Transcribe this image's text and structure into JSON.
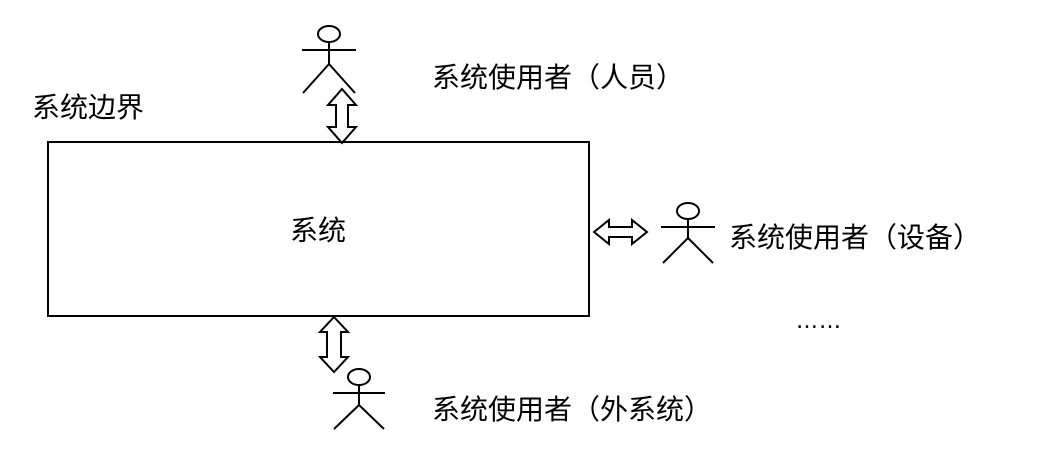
{
  "diagram": {
    "boundary_label": "系统边界",
    "system_label": "系统",
    "actors": [
      {
        "id": "person",
        "label": "系统使用者（人员）",
        "icon": "stick-figure-icon"
      },
      {
        "id": "device",
        "label": "系统使用者（设备）",
        "icon": "stick-figure-icon"
      },
      {
        "id": "external",
        "label": "系统使用者（外系统）",
        "icon": "stick-figure-icon"
      }
    ],
    "more_label": "……",
    "colors": {
      "stroke": "#000000",
      "background": "#ffffff"
    }
  }
}
